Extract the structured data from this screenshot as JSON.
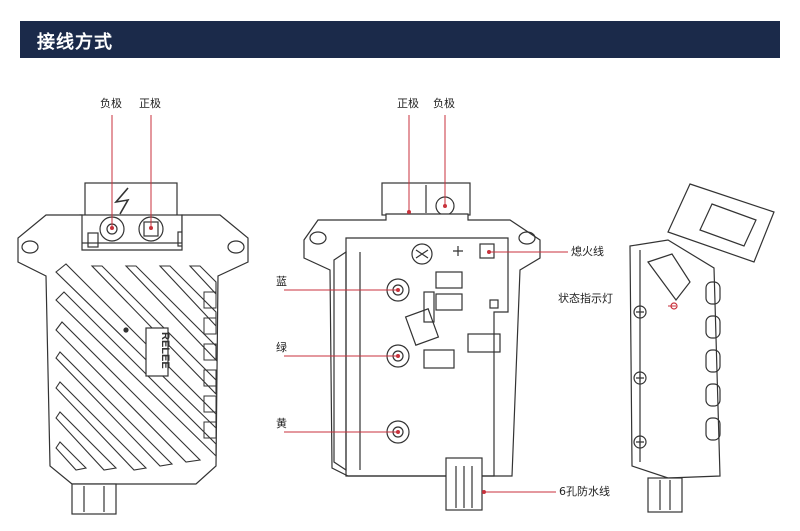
{
  "header": {
    "title": "接线方式"
  },
  "colors": {
    "banner": "#1b2a4a",
    "leader": "#c8323c",
    "outline": "#333333"
  },
  "device_left": {
    "labels": {
      "negative": "负极",
      "positive": "正极"
    },
    "brand_mark": "RELEE"
  },
  "device_center": {
    "labels": {
      "positive": "正极",
      "negative": "负极",
      "ignition": "熄火线",
      "blue": "蓝",
      "green": "绿",
      "yellow": "黄",
      "waterproof": "6孔防水线"
    }
  },
  "device_right": {
    "labels": {
      "status_light": "状态指示灯"
    }
  }
}
